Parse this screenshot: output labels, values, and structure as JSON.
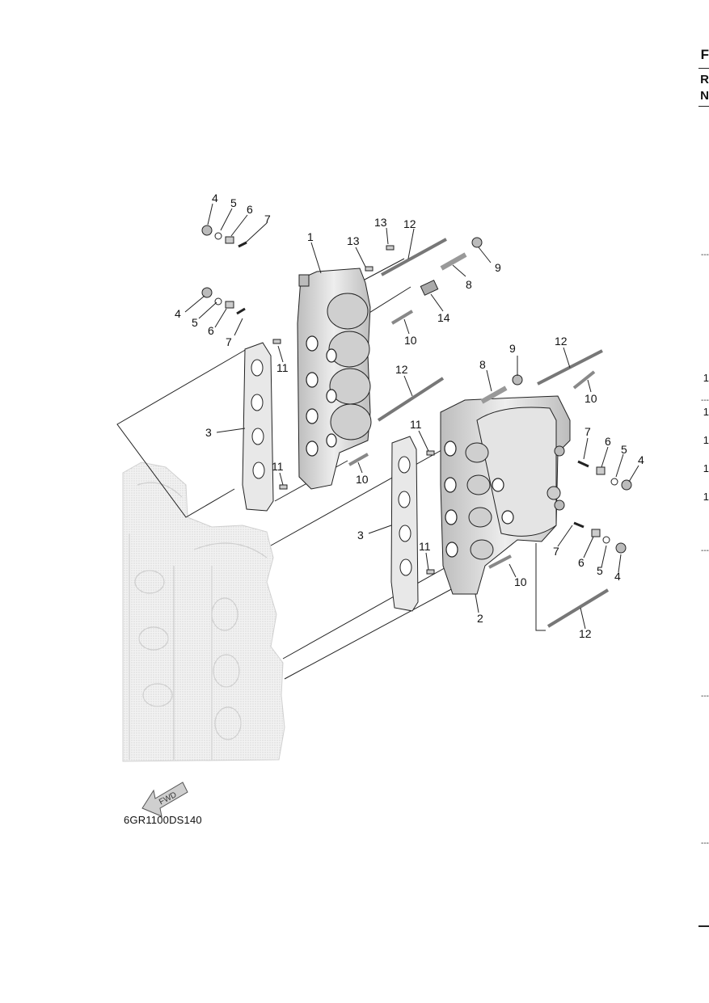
{
  "figure_code": "6GR1100DS140",
  "fwd_label": "FWD",
  "callouts": {
    "c1": "1",
    "c2": "2",
    "c3a": "3",
    "c3b": "3",
    "c4a": "4",
    "c4b": "4",
    "c4c": "4",
    "c4d": "4",
    "c5a": "5",
    "c5b": "5",
    "c5c": "5",
    "c5d": "5",
    "c6a": "6",
    "c6b": "6",
    "c6c": "6",
    "c6d": "6",
    "c7a": "7",
    "c7b": "7",
    "c7c": "7",
    "c7d": "7",
    "c8a": "8",
    "c8b": "8",
    "c9a": "9",
    "c9b": "9",
    "c10a": "10",
    "c10b": "10",
    "c10c": "10",
    "c10d": "10",
    "c11a": "11",
    "c11b": "11",
    "c11c": "11",
    "c11d": "11",
    "c12a": "12",
    "c12b": "12",
    "c12c": "12",
    "c12d": "12",
    "c13a": "13",
    "c13b": "13",
    "c14": "14"
  },
  "edge": {
    "e1": "F",
    "e2": "R",
    "e3": "N",
    "n1": "1",
    "n2": "1",
    "n3": "1",
    "n4": "1",
    "n5": "1"
  },
  "colors": {
    "line": "#222222",
    "part_fill": "#d9d9d9",
    "part_dark": "#9a9a9a",
    "engine_block": "#e6e6e6"
  }
}
